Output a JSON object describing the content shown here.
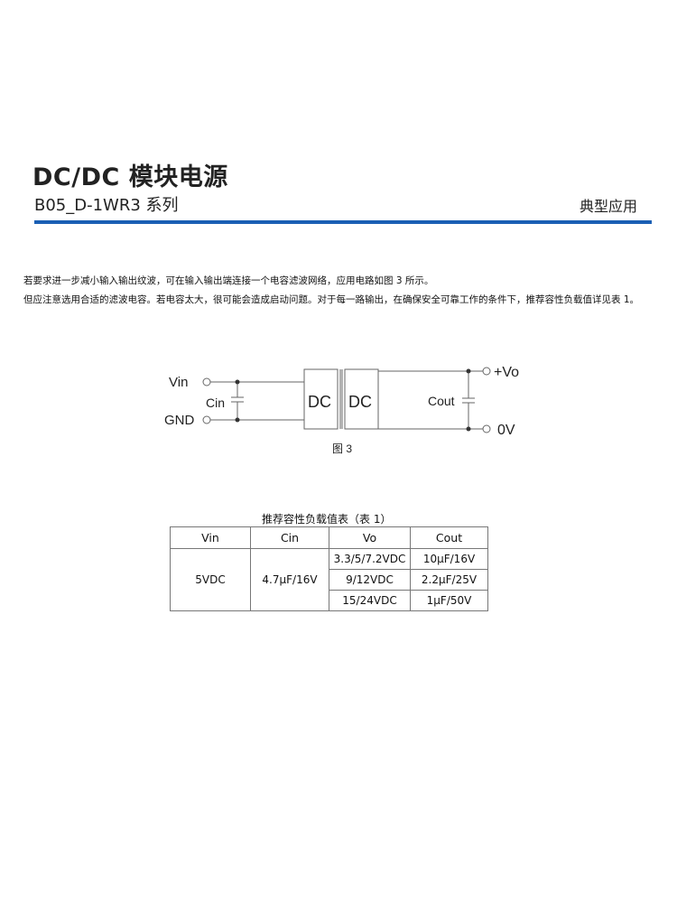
{
  "header": {
    "title": "DC/DC 模块电源",
    "subtitle": "B05_D-1WR3 系列",
    "section": "典型应用"
  },
  "body": {
    "paragraph1": "若要求进一步减小输入输出纹波，可在输入输出端连接一个电容滤波网络，应用电路如图 3 所示。",
    "paragraph2": "但应注意选用合适的滤波电容。若电容太大，很可能会造成启动问题。对于每一路输出，在确保安全可靠工作的条件下，推荐容性负载值详见表 1。"
  },
  "figure": {
    "vin": "Vin",
    "gnd": "GND",
    "cin": "Cin",
    "dc_left": "DC",
    "dc_right": "DC",
    "cout": "Cout",
    "vo_pos": "+Vo",
    "vo_zero": "0V",
    "caption": "图 3"
  },
  "table": {
    "title": "推荐容性负载值表（表 1）",
    "headers": [
      "Vin",
      "Cin",
      "Vo",
      "Cout"
    ],
    "vin": "5VDC",
    "cin": "4.7μF/16V",
    "rows": [
      {
        "vo": "3.3/5/7.2VDC",
        "cout": "10μF/16V"
      },
      {
        "vo": "9/12VDC",
        "cout": "2.2μF/25V"
      },
      {
        "vo": "15/24VDC",
        "cout": "1μF/50V"
      }
    ]
  }
}
